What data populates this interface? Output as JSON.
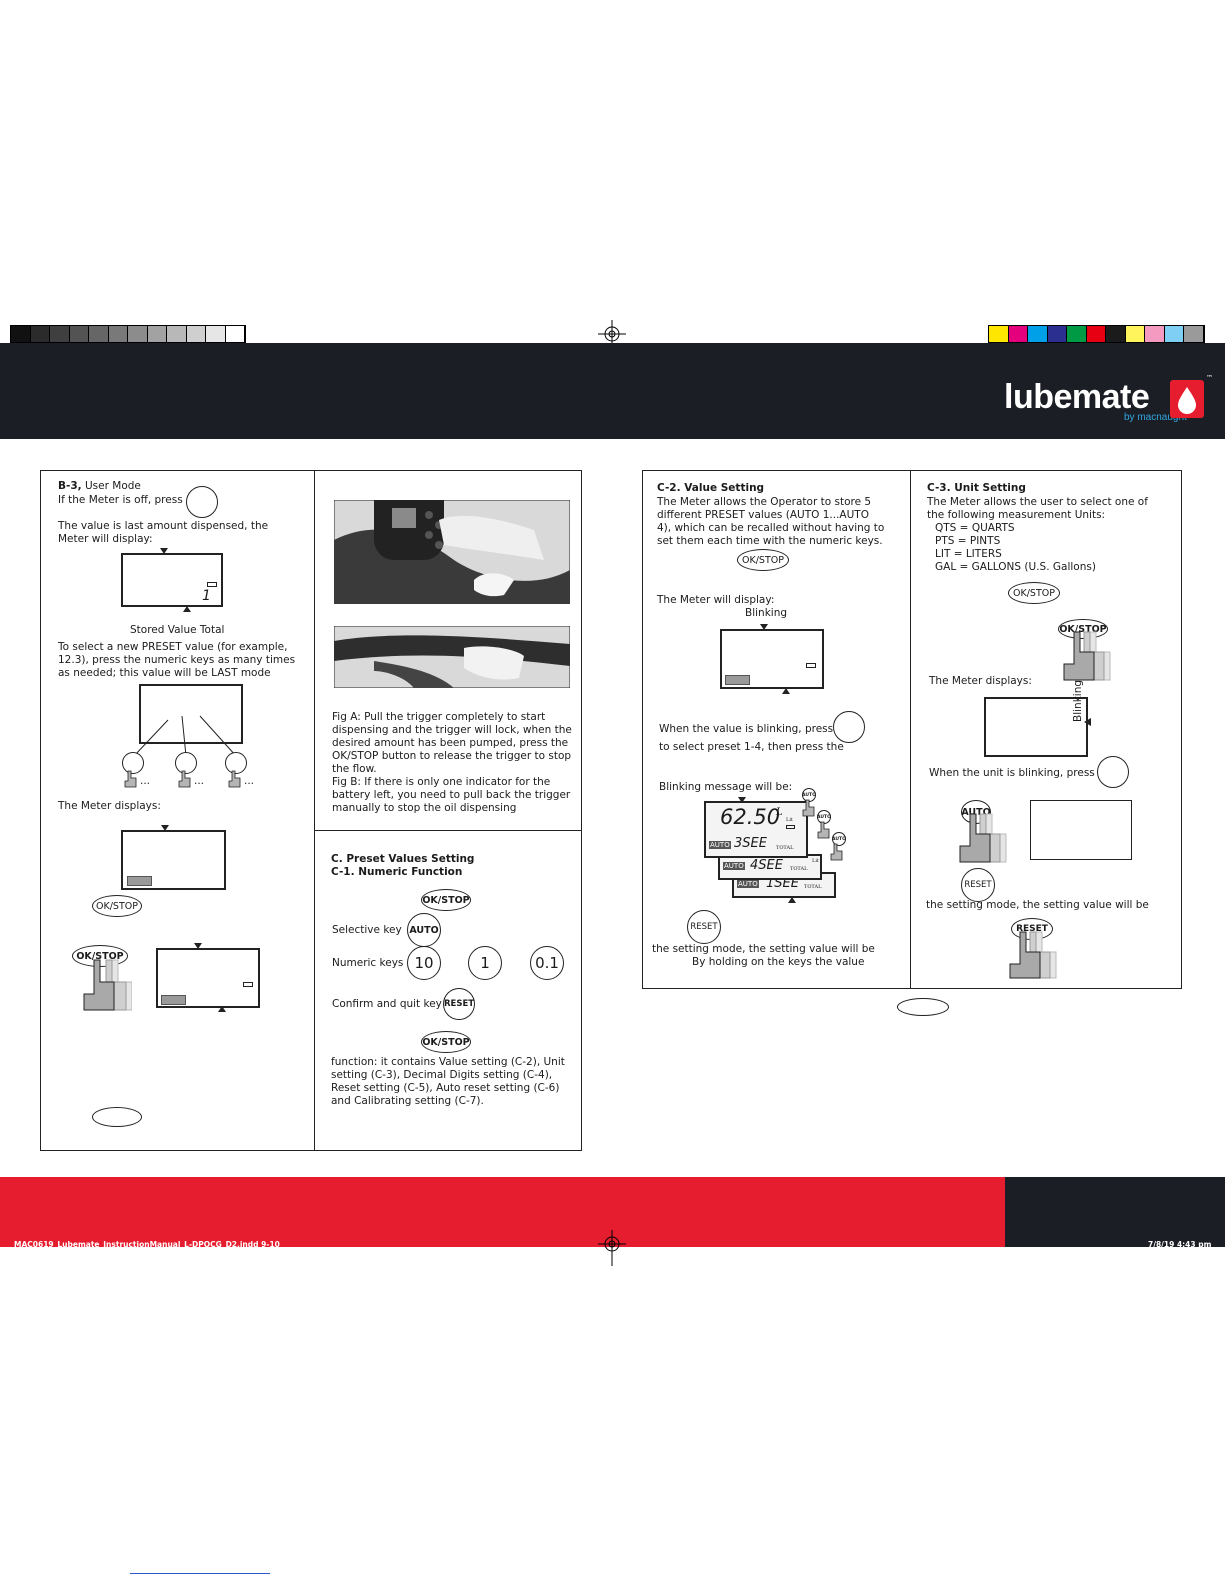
{
  "brand": {
    "logo_word": "lubemate",
    "logo_sub": "by macnaught",
    "trademark": "™"
  },
  "colors": {
    "header_dark": "#1c1e26",
    "footer_red": "#e51d2e",
    "footer_dark": "#1c1e26",
    "accent_blue": "#2fa6e0"
  },
  "color_bar_left": [
    "#111111",
    "#2b2b2b",
    "#3f3f3f",
    "#535353",
    "#666666",
    "#797979",
    "#8c8c8c",
    "#a2a2a2",
    "#b8b8b8",
    "#cfcfcf",
    "#e6e6e6",
    "#ffffff"
  ],
  "color_bar_right": [
    "#ffe600",
    "#e4007c",
    "#00a0e9",
    "#2b2f8f",
    "#009944",
    "#e60012",
    "#1b1b1b",
    "#fff45c",
    "#f49ac1",
    "#7fcef4",
    "#9a9a9a"
  ],
  "b3": {
    "heading_num": "B-3,",
    "heading_rest": " User Mode",
    "line2": "If the Meter is off, press",
    "line3": "The value is last amount dispensed, the",
    "line4": "Meter will display:",
    "lcd1_digit": "1",
    "lcd1_caption": "Stored Value Total",
    "para1": "To select a new PRESET value (for example,",
    "para2": "12.3), press the numeric keys as many times",
    "para3": "as needed; this value will be LAST mode",
    "dots": "...",
    "displays": "The Meter displays:",
    "okstop": "OK/STOP",
    "okstop_hand": "OK/STOP"
  },
  "figs": {
    "figA_1": "Fig A: Pull the trigger completely to start",
    "figA_2": "dispensing and the trigger will lock, when the",
    "figA_3": "desired amount has been pumped, press the",
    "figA_4": "OK/STOP button to release the trigger to stop",
    "figA_5": "the flow.",
    "figB_1": "Fig B: If there is only one indicator for the",
    "figB_2": "battery left, you need to pull back the trigger",
    "figB_3": "manually to stop the oil dispensing"
  },
  "c1": {
    "heading1": "C. Preset Values Setting",
    "heading2": "C-1. Numeric Function",
    "okstop": "OK/STOP",
    "selective_label": "Selective key",
    "auto_key": "AUTO",
    "numeric_label": "Numeric keys",
    "key_10": "10",
    "key_1": "1",
    "key_01": "0.1",
    "confirm_label": "Confirm and quit key",
    "reset_key": "RESET",
    "okstop2": "OK/STOP",
    "func_1": "function: it contains Value setting (C-2), Unit",
    "func_2": "setting (C-3), Decimal Digits setting (C-4),",
    "func_3": "Reset setting (C-5), Auto reset setting (C-6)",
    "func_4": "and Calibrating setting (C-7)."
  },
  "c2": {
    "heading": "C-2. Value Setting",
    "l1": "The Meter allows the Operator to store 5",
    "l2": "different PRESET values (AUTO 1...AUTO",
    "l3": "4), which can be recalled without having to",
    "l4": "set them each time with the numeric keys.",
    "okstop": "OK/STOP",
    "will_display": "The Meter will display:",
    "blinking": "Blinking",
    "blink_press": "When the value is blinking, press",
    "select_preset": "to select preset 1-4, then press the",
    "blink_msg": "Blinking message will be:",
    "lcd_value": "62.50",
    "lcd_unit": "L",
    "lcd_lit": "Lit",
    "auto_tag": "AUTO",
    "set3": "3SEE",
    "set4": "4SEE",
    "set1": "1SEE",
    "total": "TOTAL",
    "reset": "RESET",
    "setting_mode": "the setting mode, the setting value will be",
    "by_holding": "By holding on the keys the value"
  },
  "c3": {
    "heading": "C-3. Unit Setting",
    "l1": "The Meter allows the user to select one of",
    "l2": "the following measurement Units:",
    "u1": "QTS = QUARTS",
    "u2": "PTS = PINTS",
    "u3": "LIT = LITERS",
    "u4": "GAL = GALLONS (U.S. Gallons)",
    "okstop": "OK/STOP",
    "okstop_hand": "OK/STOP",
    "displays": "The Meter displays:",
    "blinking": "Blinking",
    "unit_blink": "When the unit is blinking, press",
    "auto_hand": "AUTO",
    "reset": "RESET",
    "setting_mode": "the setting mode, the setting value will be",
    "reset_hand": "RESET"
  },
  "footer": {
    "left_slug": "MAC0619_Lubemate_InstructionManual_L-DPOCG_D2.indd   9-10",
    "right_slug": "7/8/19   4:43 pm"
  }
}
